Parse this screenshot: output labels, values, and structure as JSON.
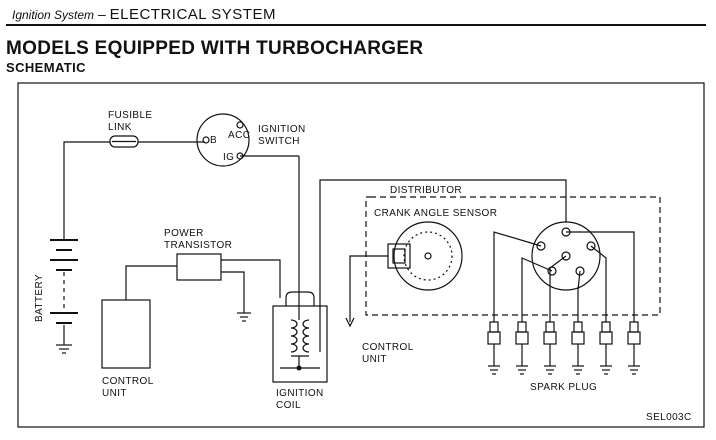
{
  "header": {
    "system": "Ignition System",
    "separator": "–",
    "section": "ELECTRICAL SYSTEM"
  },
  "title": "MODELS EQUIPPED WITH TURBOCHARGER",
  "subtitle": "SCHEMATIC",
  "labels": {
    "fusible_link_1": "FUSIBLE",
    "fusible_link_2": "LINK",
    "ignition_switch_1": "IGNITION",
    "ignition_switch_2": "SWITCH",
    "terminal_b": "B",
    "terminal_acc": "ACC",
    "terminal_ig": "IG",
    "battery": "BATTERY",
    "power_transistor_1": "POWER",
    "power_transistor_2": "TRANSISTOR",
    "control_unit_left_1": "CONTROL",
    "control_unit_left_2": "UNIT",
    "ignition_coil_1": "IGNITION",
    "ignition_coil_2": "COIL",
    "control_unit_mid_1": "CONTROL",
    "control_unit_mid_2": "UNIT",
    "distributor": "DISTRIBUTOR",
    "crank_angle_sensor": "CRANK ANGLE SENSOR",
    "spark_plug": "SPARK PLUG",
    "figure_code": "SEL003C"
  }
}
